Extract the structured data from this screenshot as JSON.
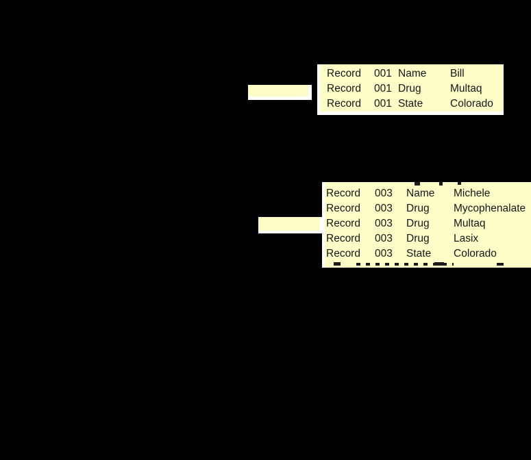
{
  "canvas": {
    "background_color": "#000000"
  },
  "colors": {
    "note_fill": "#FDFDC8",
    "note_border": "#FFFFFF",
    "note_text": "#161616"
  },
  "callout_1": {
    "rows": [
      {
        "record": "Record",
        "id": "001",
        "field": "Name",
        "value": "Bill"
      },
      {
        "record": "Record",
        "id": "001",
        "field": "Drug",
        "value": "Multaq"
      },
      {
        "record": "Record",
        "id": "001",
        "field": "State",
        "value": "Colorado"
      }
    ]
  },
  "callout_2": {
    "rows": [
      {
        "record": "Record",
        "id": "003",
        "field": "Name",
        "value": "Michele"
      },
      {
        "record": "Record",
        "id": "003",
        "field": "Drug",
        "value": "Mycophenalate"
      },
      {
        "record": "Record",
        "id": "003",
        "field": "Drug",
        "value": "Multaq"
      },
      {
        "record": "Record",
        "id": "003",
        "field": "Drug",
        "value": "Lasix"
      },
      {
        "record": "Record",
        "id": "003",
        "field": "State",
        "value": "Colorado"
      }
    ]
  }
}
